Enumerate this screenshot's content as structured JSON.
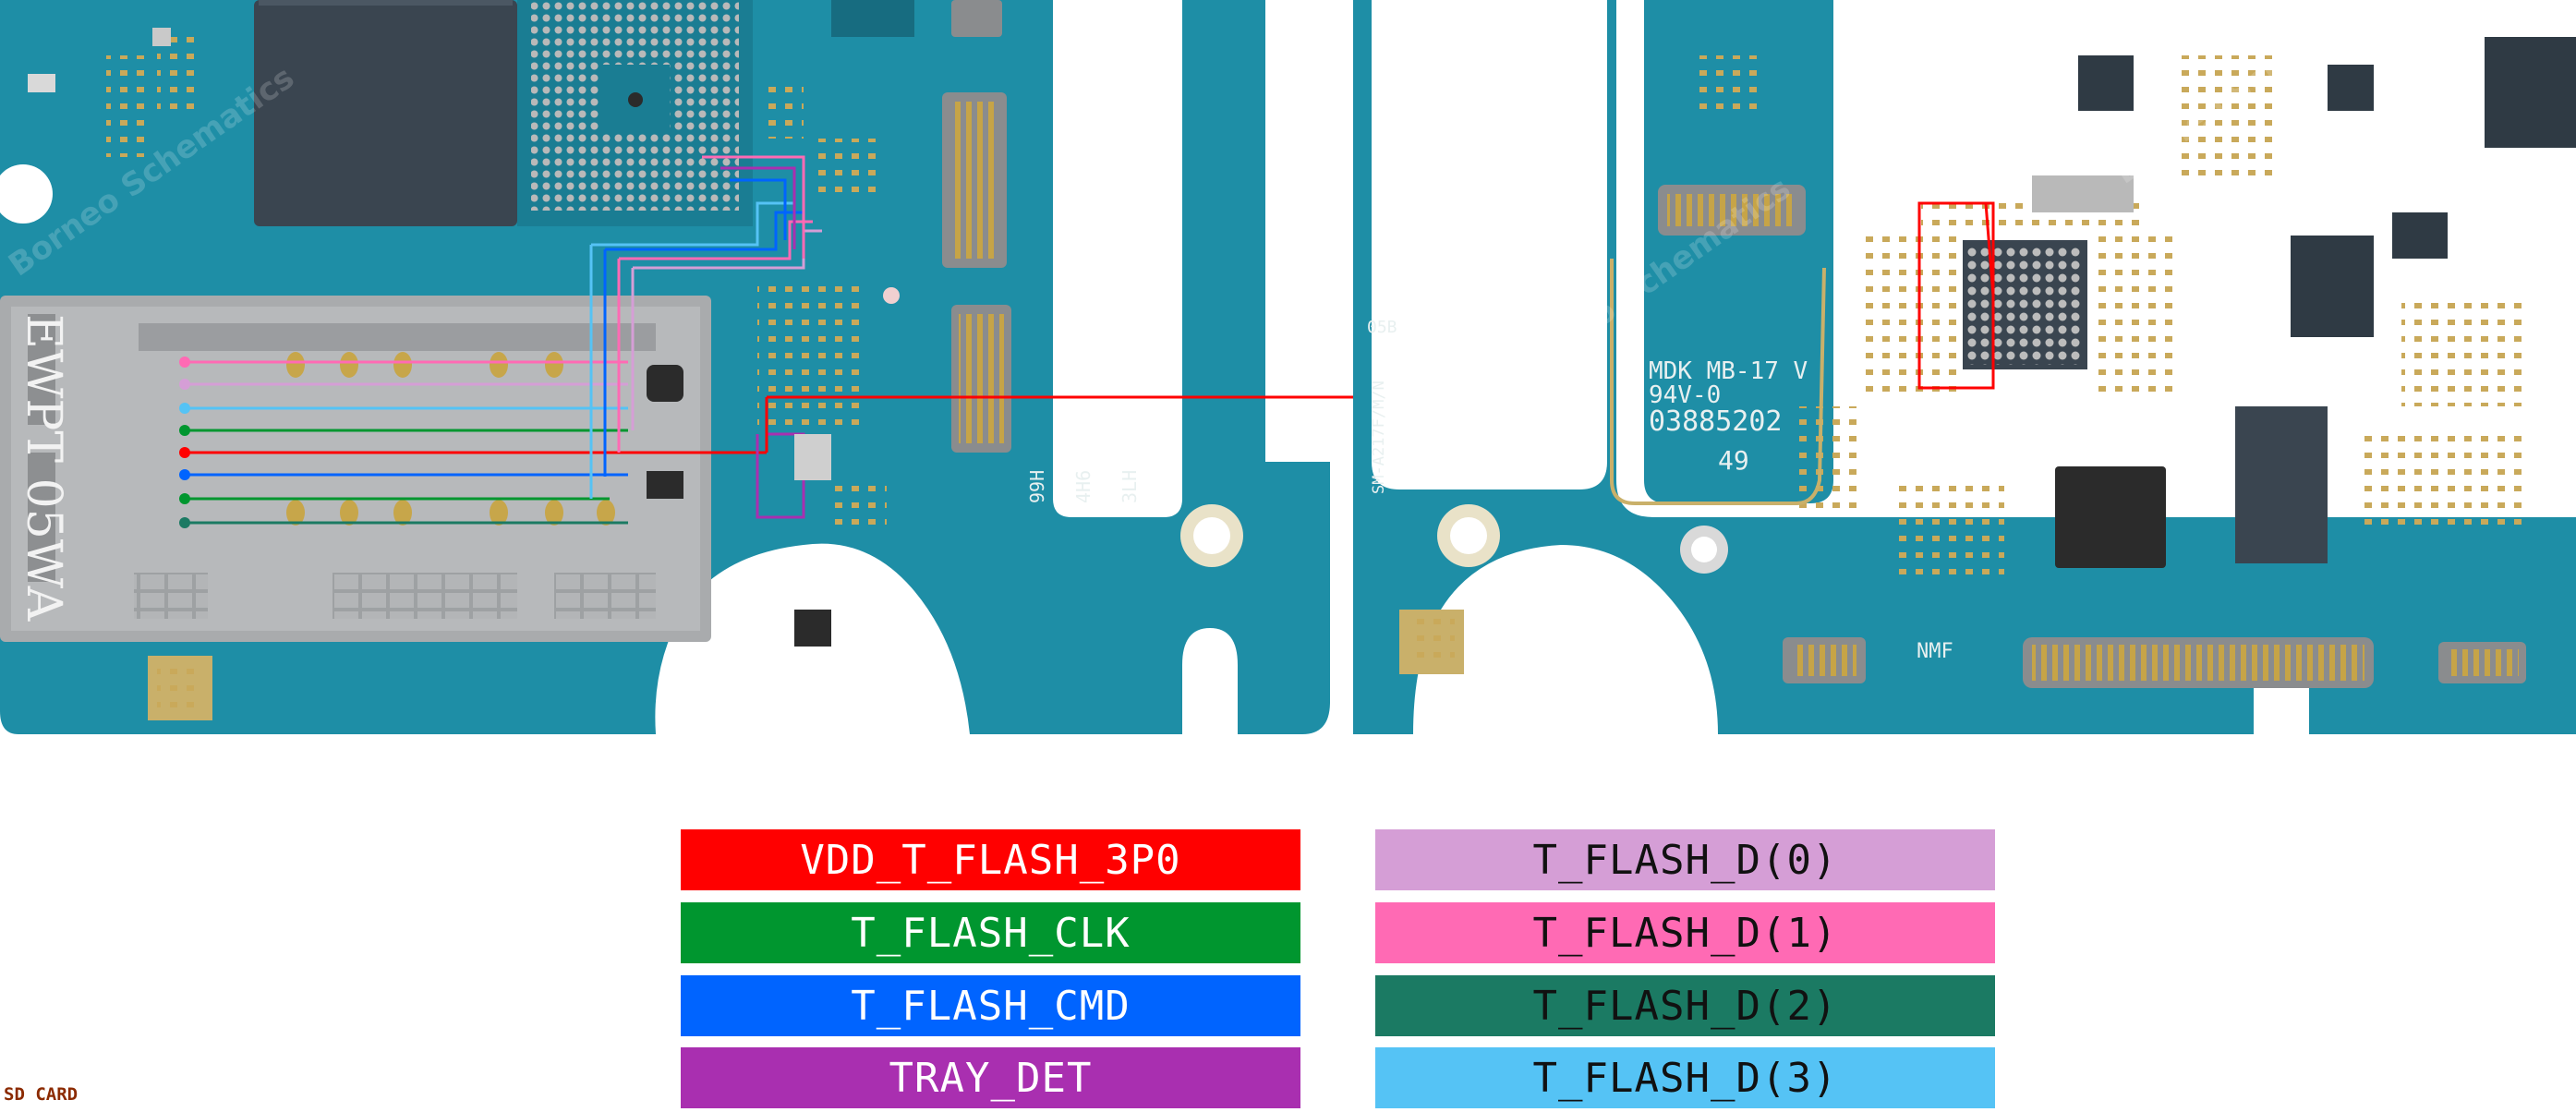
{
  "page": {
    "caption": "SD CARD"
  },
  "board": {
    "colors": {
      "pcb": "#1e8ea6",
      "pcb_dark": "#17758a",
      "copper": "#c7a64a",
      "silver": "#a7a9ab",
      "chip": "#3a4550",
      "background": "#ffffff"
    },
    "silkscreen": {
      "sd_tray_marking": "EWPT 05WA",
      "board_code_1": "MDK MB-17 V",
      "board_code_2": "94V-0",
      "serial": "03885202",
      "serial_sub": "49",
      "side_label": "SM-A217F/M/N",
      "small_mark": "05B",
      "nmf": "NMF",
      "vertical_marks": [
        "99H",
        "4H6",
        "3LH"
      ]
    },
    "watermark": "Borneo Schematics"
  },
  "legend": [
    {
      "label": "VDD_T_FLASH_3P0",
      "color": "#ff0000",
      "text_color": "#ffffff"
    },
    {
      "label": "T_FLASH_CLK",
      "color": "#00962f",
      "text_color": "#ffffff"
    },
    {
      "label": "T_FLASH_CMD",
      "color": "#0064ff",
      "text_color": "#ffffff"
    },
    {
      "label": "TRAY_DET",
      "color": "#a92fb0",
      "text_color": "#ffffff"
    },
    {
      "label": "T_FLASH_D(0)",
      "color": "#d59ed6",
      "text_color": "#111111"
    },
    {
      "label": "T_FLASH_D(1)",
      "color": "#ff6ab4",
      "text_color": "#111111"
    },
    {
      "label": "T_FLASH_D(2)",
      "color": "#1b7a63",
      "text_color": "#111111"
    },
    {
      "label": "T_FLASH_D(3)",
      "color": "#55c3f5",
      "text_color": "#111111"
    }
  ]
}
